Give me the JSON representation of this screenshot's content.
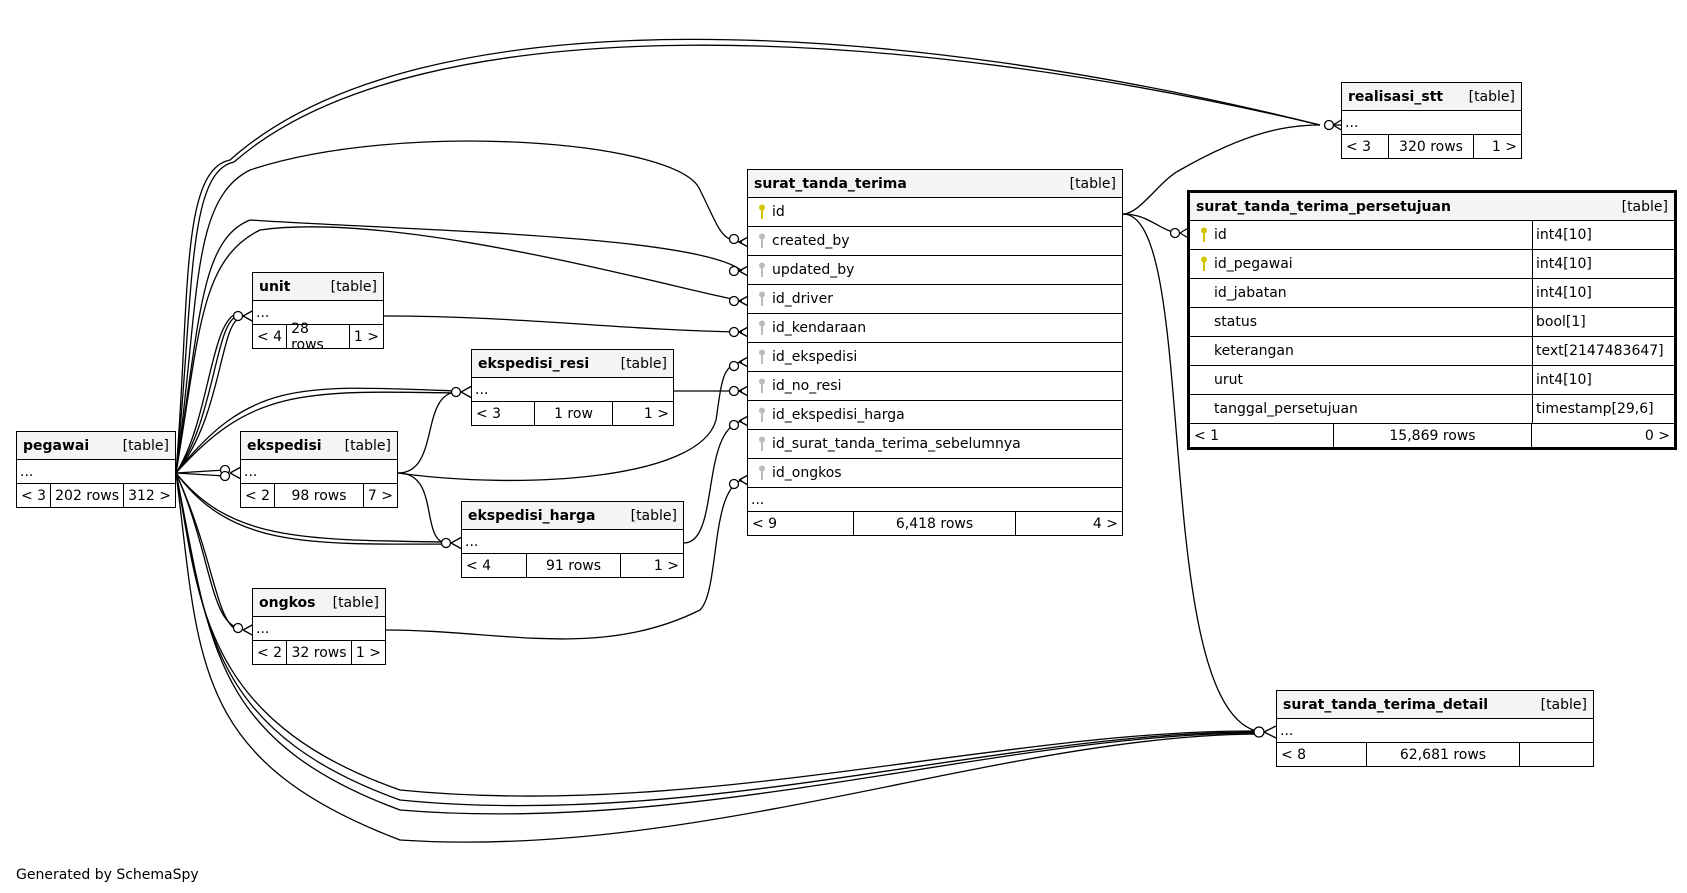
{
  "diagram_title": "SchemaSy relationship diagram",
  "footer": "Generated by SchemaSpy",
  "tables": {
    "pegawai": {
      "name": "pegawai",
      "kind": "[table]",
      "ellipsis": "...",
      "parents": "< 3",
      "rows": "202 rows",
      "children": "312 >"
    },
    "unit": {
      "name": "unit",
      "kind": "[table]",
      "ellipsis": "...",
      "parents": "< 4",
      "rows": "28 rows",
      "children": "1 >"
    },
    "ekspedisi": {
      "name": "ekspedisi",
      "kind": "[table]",
      "ellipsis": "...",
      "parents": "< 2",
      "rows": "98 rows",
      "children": "7 >"
    },
    "ekspedisi_resi": {
      "name": "ekspedisi_resi",
      "kind": "[table]",
      "ellipsis": "...",
      "parents": "< 3",
      "rows": "1 row",
      "children": "1 >"
    },
    "ekspedisi_harga": {
      "name": "ekspedisi_harga",
      "kind": "[table]",
      "ellipsis": "...",
      "parents": "< 4",
      "rows": "91 rows",
      "children": "1 >"
    },
    "ongkos": {
      "name": "ongkos",
      "kind": "[table]",
      "ellipsis": "...",
      "parents": "< 2",
      "rows": "32 rows",
      "children": "1 >"
    },
    "surat_tanda_terima": {
      "name": "surat_tanda_terima",
      "kind": "[table]",
      "columns": [
        {
          "name": "id",
          "key": "primary"
        },
        {
          "name": "created_by",
          "key": "foreign"
        },
        {
          "name": "updated_by",
          "key": "foreign"
        },
        {
          "name": "id_driver",
          "key": "foreign"
        },
        {
          "name": "id_kendaraan",
          "key": "foreign"
        },
        {
          "name": "id_ekspedisi",
          "key": "foreign"
        },
        {
          "name": "id_no_resi",
          "key": "foreign"
        },
        {
          "name": "id_ekspedisi_harga",
          "key": "foreign"
        },
        {
          "name": "id_surat_tanda_terima_sebelumnya",
          "key": "foreign"
        },
        {
          "name": "id_ongkos",
          "key": "foreign"
        }
      ],
      "ellipsis": "...",
      "parents": "< 9",
      "rows": "6,418 rows",
      "children": "4 >"
    },
    "realisasi_stt": {
      "name": "realisasi_stt",
      "kind": "[table]",
      "ellipsis": "...",
      "parents": "< 3",
      "rows": "320 rows",
      "children": "1 >"
    },
    "surat_tanda_terima_persetujuan": {
      "name": "surat_tanda_terima_persetujuan",
      "kind": "[table]",
      "columns": [
        {
          "name": "id",
          "key": "primary",
          "type": "int4[10]"
        },
        {
          "name": "id_pegawai",
          "key": "primary",
          "type": "int4[10]"
        },
        {
          "name": "id_jabatan",
          "key": "",
          "type": "int4[10]"
        },
        {
          "name": "status",
          "key": "",
          "type": "bool[1]"
        },
        {
          "name": "keterangan",
          "key": "",
          "type": "text[2147483647]"
        },
        {
          "name": "urut",
          "key": "",
          "type": "int4[10]"
        },
        {
          "name": "tanggal_persetujuan",
          "key": "",
          "type": "timestamp[29,6]"
        }
      ],
      "parents": "< 1",
      "rows": "15,869 rows",
      "children": "0 >"
    },
    "surat_tanda_terima_detail": {
      "name": "surat_tanda_terima_detail",
      "kind": "[table]",
      "ellipsis": "...",
      "parents": "< 8",
      "rows": "62,681 rows",
      "children": ""
    }
  },
  "colors": {
    "primary_key": "#d4c400",
    "foreign_key": "#bbbbbb",
    "header_bg": "#f4f4f4",
    "line": "#000000"
  }
}
